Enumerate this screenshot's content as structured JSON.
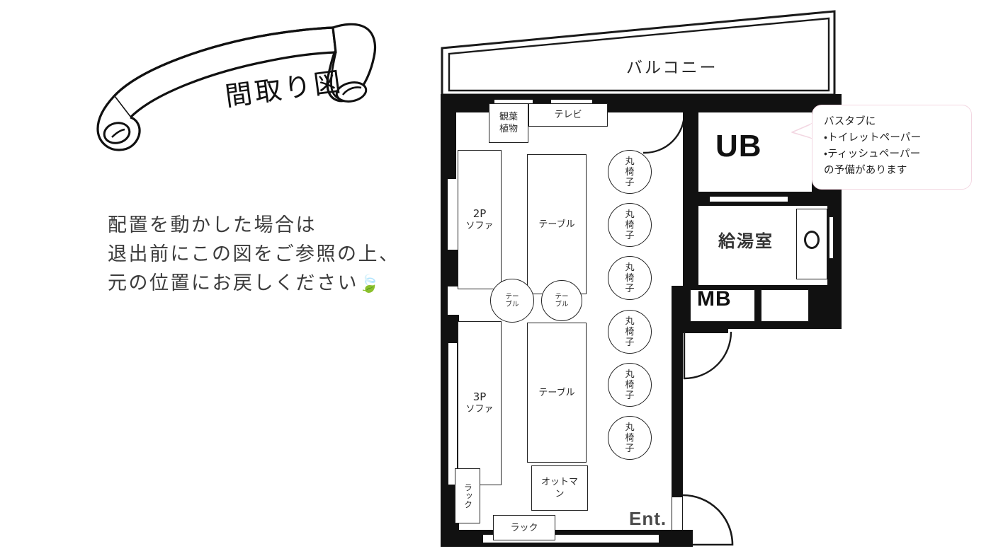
{
  "banner": {
    "title": "間取り図"
  },
  "note": {
    "line1": "配置を動かした場合は",
    "line2": "退出前にこの図をご参照の上、",
    "line3": "元の位置にお戻しください",
    "leaf_icon": "leaf-icon",
    "leaf_glyph": "🍃"
  },
  "callout": {
    "line1": "バスタブに",
    "line2": "・トイレットペーパー",
    "line3": "・ティッシュペーパー",
    "line4": "の予備があります",
    "border_color": "#f3d7e2"
  },
  "plan": {
    "balcony_label": "バルコニー",
    "ub_label": "UB",
    "kitchenette_label": "給湯室",
    "mb_label": "MB",
    "entrance_label": "Ent.",
    "furniture": [
      {
        "name": "houseplant",
        "label": "観葉\n植物",
        "label_line1": "観葉",
        "label_line2": "植物"
      },
      {
        "name": "television",
        "label": "テレビ"
      },
      {
        "name": "sofa-2p",
        "label_line1": "2P",
        "label_line2": "ソファ"
      },
      {
        "name": "table-upper",
        "label": "テーブル"
      },
      {
        "name": "round-table-left",
        "label_line1": "テー",
        "label_line2": "ブル"
      },
      {
        "name": "round-table-right",
        "label_line1": "テー",
        "label_line2": "ブル"
      },
      {
        "name": "sofa-3p",
        "label_line1": "3P",
        "label_line2": "ソファ"
      },
      {
        "name": "table-lower",
        "label": "テーブル"
      },
      {
        "name": "ottoman",
        "label_line1": "オットマ",
        "label_line2": "ン"
      },
      {
        "name": "rack-vertical",
        "label": "ラック"
      },
      {
        "name": "rack-horizontal",
        "label": "ラック"
      }
    ],
    "stools": [
      {
        "label_line1": "丸",
        "label_line2": "椅",
        "label_line3": "子"
      },
      {
        "label_line1": "丸",
        "label_line2": "椅",
        "label_line3": "子"
      },
      {
        "label_line1": "丸",
        "label_line2": "椅",
        "label_line3": "子"
      },
      {
        "label_line1": "丸",
        "label_line2": "椅",
        "label_line3": "子"
      },
      {
        "label_line1": "丸",
        "label_line2": "椅",
        "label_line3": "子"
      },
      {
        "label_line1": "丸",
        "label_line2": "椅",
        "label_line3": "子"
      }
    ],
    "colors": {
      "wall": "#111111",
      "line": "#222222",
      "paper": "#ffffff"
    }
  }
}
